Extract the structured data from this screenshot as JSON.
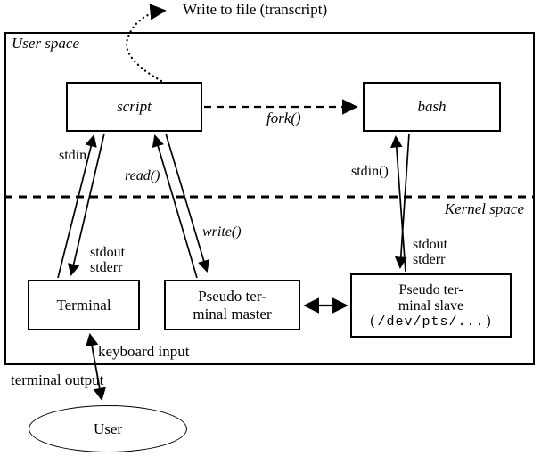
{
  "diagram": {
    "top_label": "Write to file (transcript)",
    "regions": {
      "user_space": "User space",
      "kernel_space": "Kernel space"
    },
    "nodes": {
      "script": "script",
      "bash": "bash",
      "terminal": "Terminal",
      "pty_master_line1": "Pseudo ter-",
      "pty_master_line2": "minal master",
      "pty_slave_line1": "Pseudo ter-",
      "pty_slave_line2": "minal slave",
      "pty_slave_dev": "(/dev/pts/...)",
      "user": "User"
    },
    "edges": {
      "fork": "fork()",
      "stdin": "stdin",
      "read": "read()",
      "write": "write()",
      "stdin_call": "stdin()",
      "stdout_left_line1": "stdout",
      "stdout_left_line2": "stderr",
      "stdout_right_line1": "stdout",
      "stdout_right_line2": "stderr",
      "keyboard_input": "keyboard input",
      "terminal_output": "terminal output"
    },
    "colors": {
      "line": "#000000",
      "background": "#ffffff"
    }
  }
}
